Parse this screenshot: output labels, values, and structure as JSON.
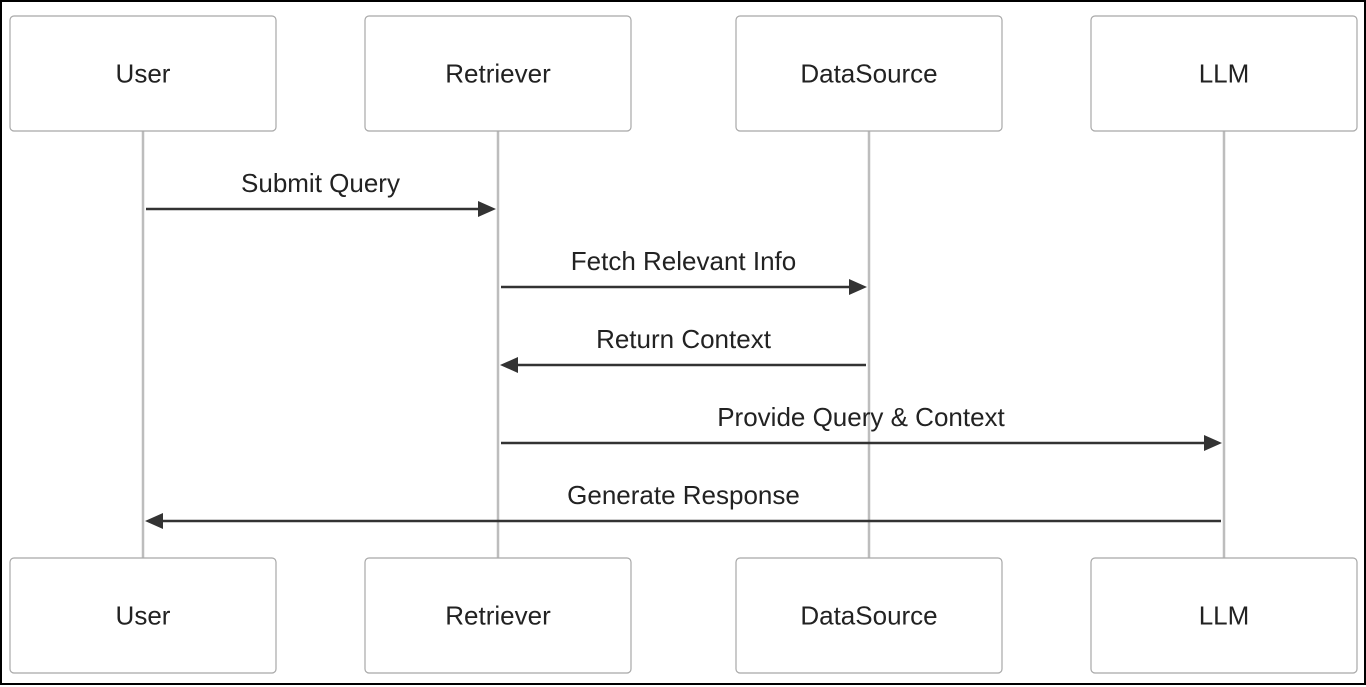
{
  "participants": [
    {
      "id": "user",
      "label": "User"
    },
    {
      "id": "retriever",
      "label": "Retriever"
    },
    {
      "id": "datasource",
      "label": "DataSource"
    },
    {
      "id": "llm",
      "label": "LLM"
    }
  ],
  "messages": [
    {
      "from": "user",
      "to": "retriever",
      "label": "Submit Query"
    },
    {
      "from": "retriever",
      "to": "datasource",
      "label": "Fetch Relevant Info"
    },
    {
      "from": "datasource",
      "to": "retriever",
      "label": "Return Context"
    },
    {
      "from": "retriever",
      "to": "llm",
      "label": "Provide Query & Context"
    },
    {
      "from": "llm",
      "to": "user",
      "label": "Generate Response"
    }
  ],
  "colors": {
    "lifeline": "#bdbdbd",
    "message": "#333333",
    "box_border": "#a8a8a8",
    "text": "#222222"
  }
}
